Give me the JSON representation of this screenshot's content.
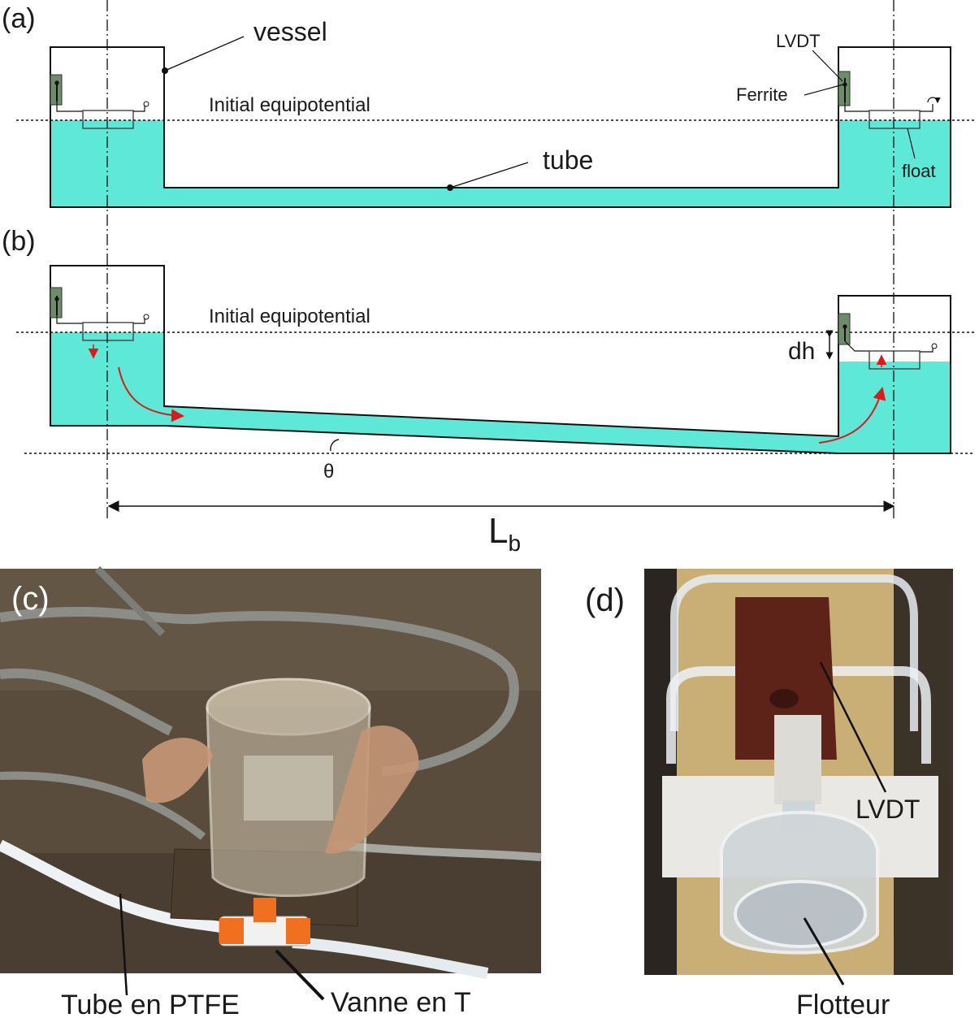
{
  "panels": {
    "a": "(a)",
    "b": "(b)",
    "c": "(c)",
    "d": "(d)"
  },
  "schematic_a": {
    "vessel": "vessel",
    "tube": "tube",
    "lvdt": "LVDT",
    "ferrite": "Ferrite",
    "float": "float",
    "equipotential": "Initial equipotential"
  },
  "schematic_b": {
    "equipotential": "Initial equipotential",
    "dh": "dh",
    "theta": "θ",
    "length": "L",
    "length_sub": "b"
  },
  "photo_c": {
    "tube_label": "Tube en PTFE",
    "valve_label": "Vanne en T"
  },
  "photo_d": {
    "lvdt_label": "LVDT",
    "float_label": "Flotteur"
  },
  "colors": {
    "water": "#5ee8d8",
    "sensor": "#6e8c6a",
    "flow_arrow": "#e01818",
    "line": "#111111"
  }
}
